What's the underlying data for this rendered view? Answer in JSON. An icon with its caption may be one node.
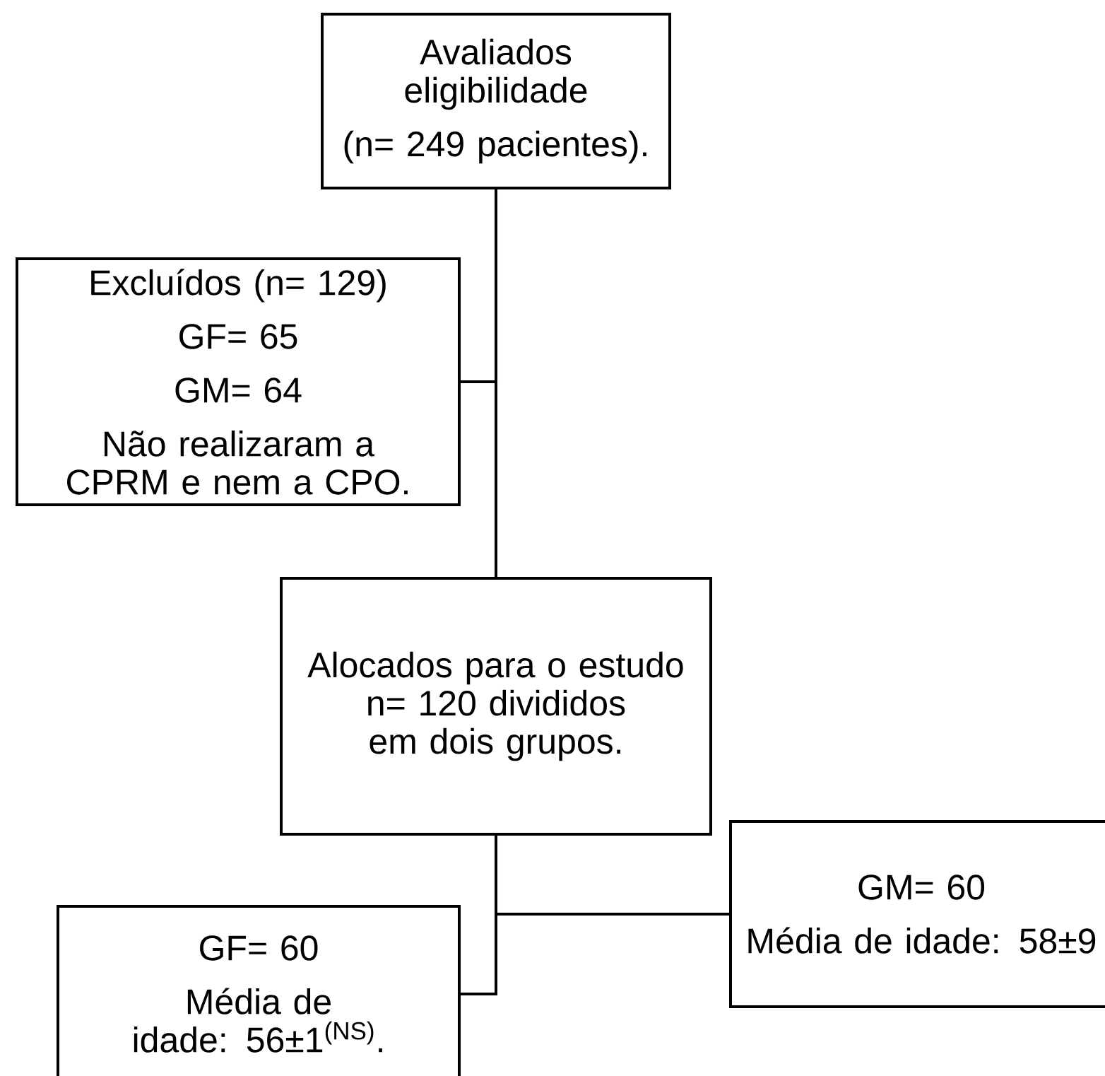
{
  "diagram": {
    "nodes": [
      {
        "text": [
          "Avaliados eligibilidade",
          "(n= 249 pacientes)."
        ]
      },
      {
        "text": [
          "Excluídos (n= 129)",
          "GF= 65",
          "GM= 64",
          "Não realizaram a CPRM e nem a CPO."
        ]
      },
      {
        "text": [
          "Alocados para o estudo n= 120 divididos em dois grupos."
        ]
      },
      {
        "text": [
          "GF= 60",
          "Média de idade: 56±1$^{(NS)}$."
        ]
      },
      {
        "text": [
          "GM= 60",
          "Média de idade: 58±9"
        ]
      }
    ],
    "edges": [
      {
        "from": 0,
        "to": 1,
        "arrow": "none"
      },
      {
        "from": 0,
        "to": 2,
        "arrow": "none"
      },
      {
        "from": 2,
        "to": 3,
        "arrow": "none"
      },
      {
        "from": 2,
        "to": 4,
        "arrow": "none"
      }
    ]
  }
}
